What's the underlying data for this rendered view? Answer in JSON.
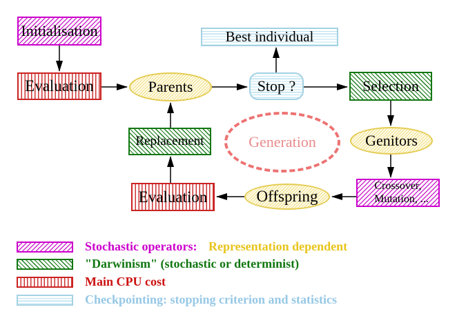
{
  "nodes": {
    "initialisation": "Initialisation",
    "evaluation_top": "Evaluation",
    "parents": "Parents",
    "best_individual": "Best individual",
    "stop": "Stop ?",
    "selection": "Selection",
    "replacement": "Replacement",
    "generation": "Generation",
    "genitors": "Genitors",
    "offspring": "Offspring",
    "evaluation_bottom": "Evaluation",
    "crossover_line1": "Crossover,",
    "crossover_line2": "Mutation, ..."
  },
  "legend": {
    "rows": [
      {
        "pattern": "magenta-diagonal-hatch",
        "label": "Stochastic operators:",
        "label2": "Representation dependent"
      },
      {
        "pattern": "green-diagonal-hatch",
        "label": "\"Darwinism\" (stochastic or determinist)"
      },
      {
        "pattern": "red-vertical-stripes",
        "label": "Main CPU cost"
      },
      {
        "pattern": "cyan-horizontal-stripes",
        "label": "Checkpointing: stopping criterion and statistics"
      }
    ]
  },
  "colors": {
    "magenta": "#cc00cc",
    "green": "#117711",
    "red": "#cc2222",
    "cyan_border": "#a3d2e3",
    "cyan_text": "#96c8e6",
    "yellow_border": "#e4cc52",
    "gold_text": "#e8c41c",
    "salmon": "#ed7272",
    "black": "#000000"
  }
}
